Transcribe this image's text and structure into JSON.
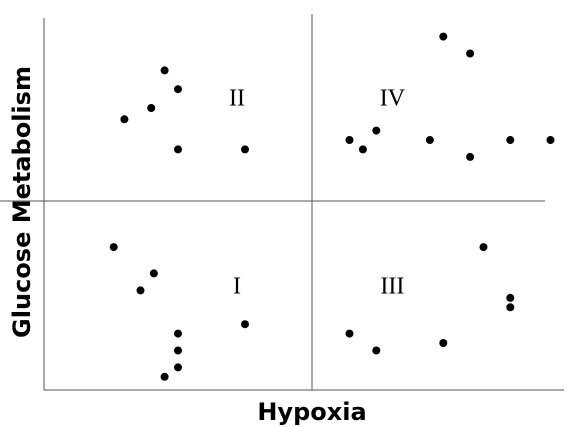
{
  "chart_data": {
    "type": "scatter",
    "title": "",
    "xlabel": "Hypoxia",
    "ylabel": "Glucose Metabolism",
    "xlim": [
      0,
      100
    ],
    "ylim": [
      0,
      100
    ],
    "grid": false,
    "legend": "none",
    "colors": {
      "points": "#000000",
      "axes": "#555555"
    },
    "quadrant_labels": [
      {
        "label": "I",
        "x": 36,
        "y": 28
      },
      {
        "label": "II",
        "x": 36,
        "y": 78
      },
      {
        "label": "III",
        "x": 65,
        "y": 28
      },
      {
        "label": "IV",
        "x": 65,
        "y": 78
      }
    ],
    "points": [
      {
        "x": 22.5,
        "y": 85
      },
      {
        "x": 25,
        "y": 80
      },
      {
        "x": 20,
        "y": 75
      },
      {
        "x": 15,
        "y": 72
      },
      {
        "x": 25,
        "y": 64
      },
      {
        "x": 37.5,
        "y": 64
      },
      {
        "x": 74.5,
        "y": 94
      },
      {
        "x": 79.5,
        "y": 89.5
      },
      {
        "x": 62,
        "y": 69
      },
      {
        "x": 57,
        "y": 66.5
      },
      {
        "x": 59.5,
        "y": 64
      },
      {
        "x": 72,
        "y": 66.5
      },
      {
        "x": 79.5,
        "y": 62
      },
      {
        "x": 87,
        "y": 66.5
      },
      {
        "x": 94.5,
        "y": 66.5
      },
      {
        "x": 13,
        "y": 38
      },
      {
        "x": 20.5,
        "y": 31
      },
      {
        "x": 18,
        "y": 26.5
      },
      {
        "x": 37.5,
        "y": 17.5
      },
      {
        "x": 25,
        "y": 15
      },
      {
        "x": 25,
        "y": 10.5
      },
      {
        "x": 25,
        "y": 6
      },
      {
        "x": 22.5,
        "y": 3.5
      },
      {
        "x": 82,
        "y": 38
      },
      {
        "x": 87,
        "y": 24.5
      },
      {
        "x": 87,
        "y": 22
      },
      {
        "x": 57,
        "y": 15
      },
      {
        "x": 74.5,
        "y": 12.5
      },
      {
        "x": 62,
        "y": 10.5
      }
    ]
  }
}
